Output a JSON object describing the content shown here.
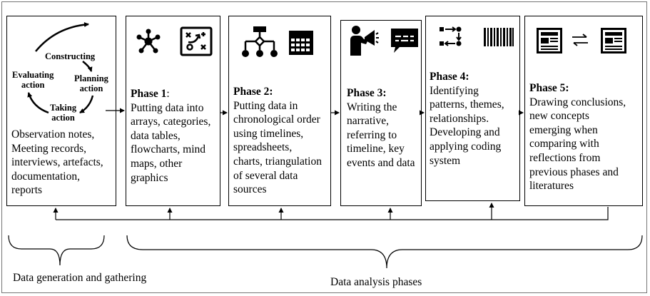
{
  "cycle": {
    "constructing": "Constructing",
    "planning": [
      "Planning",
      "action"
    ],
    "taking": [
      "Taking",
      "action"
    ],
    "evaluating": [
      "Evaluating",
      "action"
    ]
  },
  "sources_text": [
    "Observation notes,",
    "Meeting records,",
    "interviews, artefacts,",
    "documentation,",
    "reports"
  ],
  "phases": [
    {
      "title": "Phase 1",
      "title_suffix": ":",
      "lines": [
        "Putting data into",
        "arrays, categories,",
        "data tables,",
        "flowcharts, mind",
        "maps, other",
        "graphics"
      ],
      "icons": [
        "network-icon",
        "strategy-board-icon"
      ]
    },
    {
      "title": "Phase 2:",
      "title_suffix": "",
      "lines": [
        "Putting data in",
        "chronological order",
        "using timelines,",
        "spreadsheets,",
        "charts, triangulation",
        "of several data",
        "sources"
      ],
      "icons": [
        "flowchart-icon",
        "calendar-icon"
      ]
    },
    {
      "title": "Phase 3:",
      "title_suffix": "",
      "lines": [
        "Writing the",
        "narrative,",
        "referring to",
        "timeline, key",
        "events and data"
      ],
      "icons": [
        "speaker-megaphone-icon",
        "chat-bubble-icon"
      ]
    },
    {
      "title": "Phase 4:",
      "title_suffix": "",
      "lines": [
        "Identifying",
        "patterns, themes,",
        "relationships.",
        "Developing and",
        "applying coding",
        "system"
      ],
      "icons": [
        "connections-icon",
        "barcode-icon"
      ]
    },
    {
      "title": "Phase 5:",
      "title_suffix": "",
      "lines": [
        "Drawing conclusions,",
        "new concepts",
        "emerging when",
        "comparing with",
        "reflections from",
        "previous phases and",
        "literatures"
      ],
      "icons": [
        "newspaper-icon",
        "swap-arrows-icon"
      ]
    }
  ],
  "bottom_labels": {
    "gathering": "Data generation and gathering",
    "analysis": "Data analysis phases"
  }
}
